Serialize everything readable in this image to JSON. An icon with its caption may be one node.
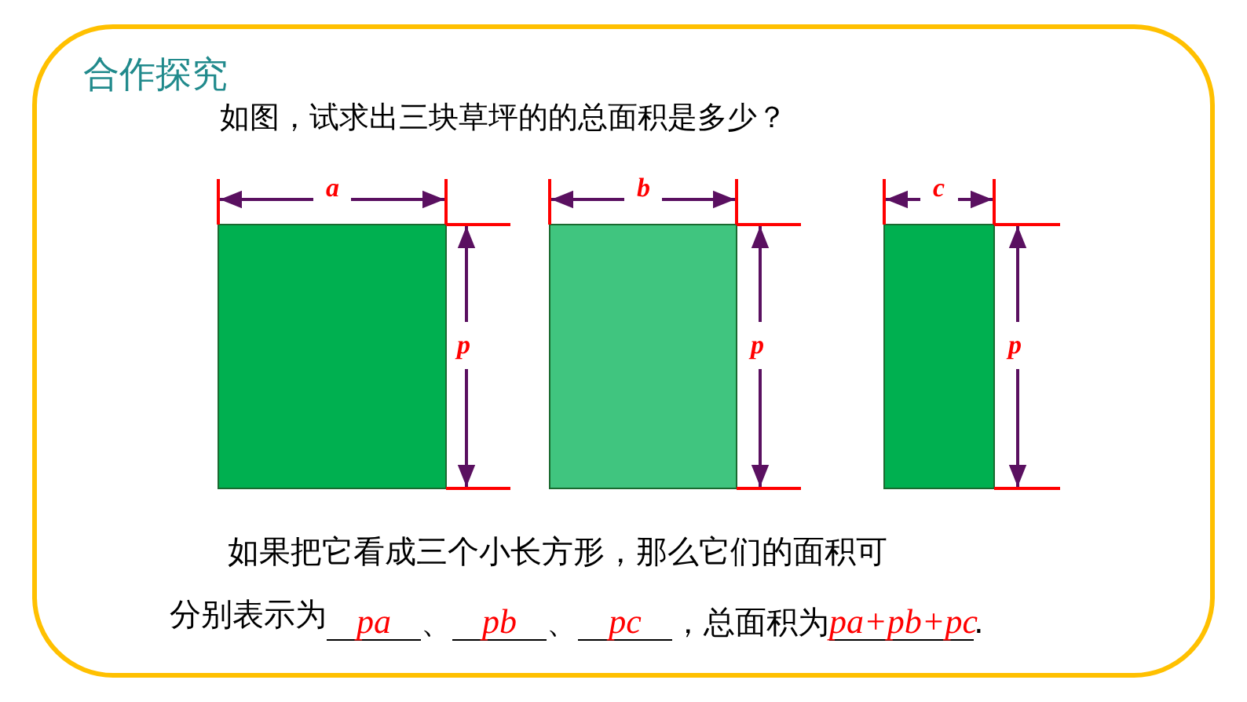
{
  "diagram": {
    "title": "合作探究",
    "nodes": [
      {
        "text": [],
        "shape": "box"
      },
      {
        "text": [],
        "shape": "box"
      },
      {
        "text": [],
        "shape": "box"
      }
    ],
    "labels": [
      "如图，试求出三块草坪的的总面积是多少？",
      "a",
      "p",
      "b",
      "p",
      "c",
      "p",
      "如果把它看成三个小长方形，那么它们的面积可分别表示为",
      "pa",
      "、",
      "pb",
      "、",
      "pc",
      "，总面积为",
      "pa+pb+pc",
      "."
    ]
  }
}
